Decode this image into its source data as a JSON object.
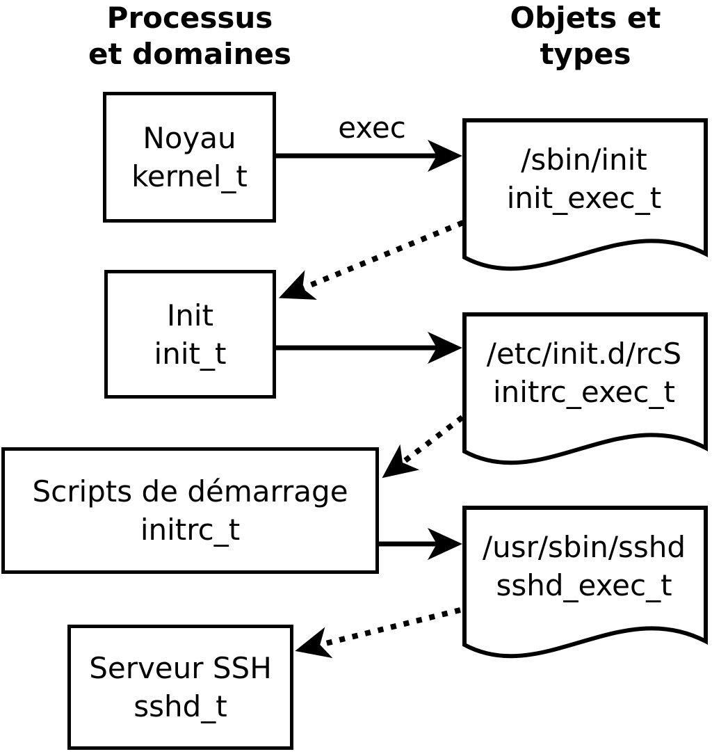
{
  "diagram": {
    "background": "#ffffff",
    "ink": "#000000",
    "headers": {
      "left": {
        "line1": "Processus",
        "line2": "et domaines"
      },
      "right": {
        "line1": "Objets et",
        "line2": "types"
      }
    },
    "processes": [
      {
        "name": "Noyau",
        "type": "kernel_t"
      },
      {
        "name": "Init",
        "type": "init_t"
      },
      {
        "name": "Scripts de démarrage",
        "type": "initrc_t"
      },
      {
        "name": "Serveur SSH",
        "type": "sshd_t"
      }
    ],
    "objects": [
      {
        "path": "/sbin/init",
        "type": "init_exec_t"
      },
      {
        "path": "/etc/init.d/rcS",
        "type": "initrc_exec_t"
      },
      {
        "path": "/usr/sbin/sshd",
        "type": "sshd_exec_t"
      }
    ],
    "edge_labels": {
      "exec": "exec"
    }
  }
}
